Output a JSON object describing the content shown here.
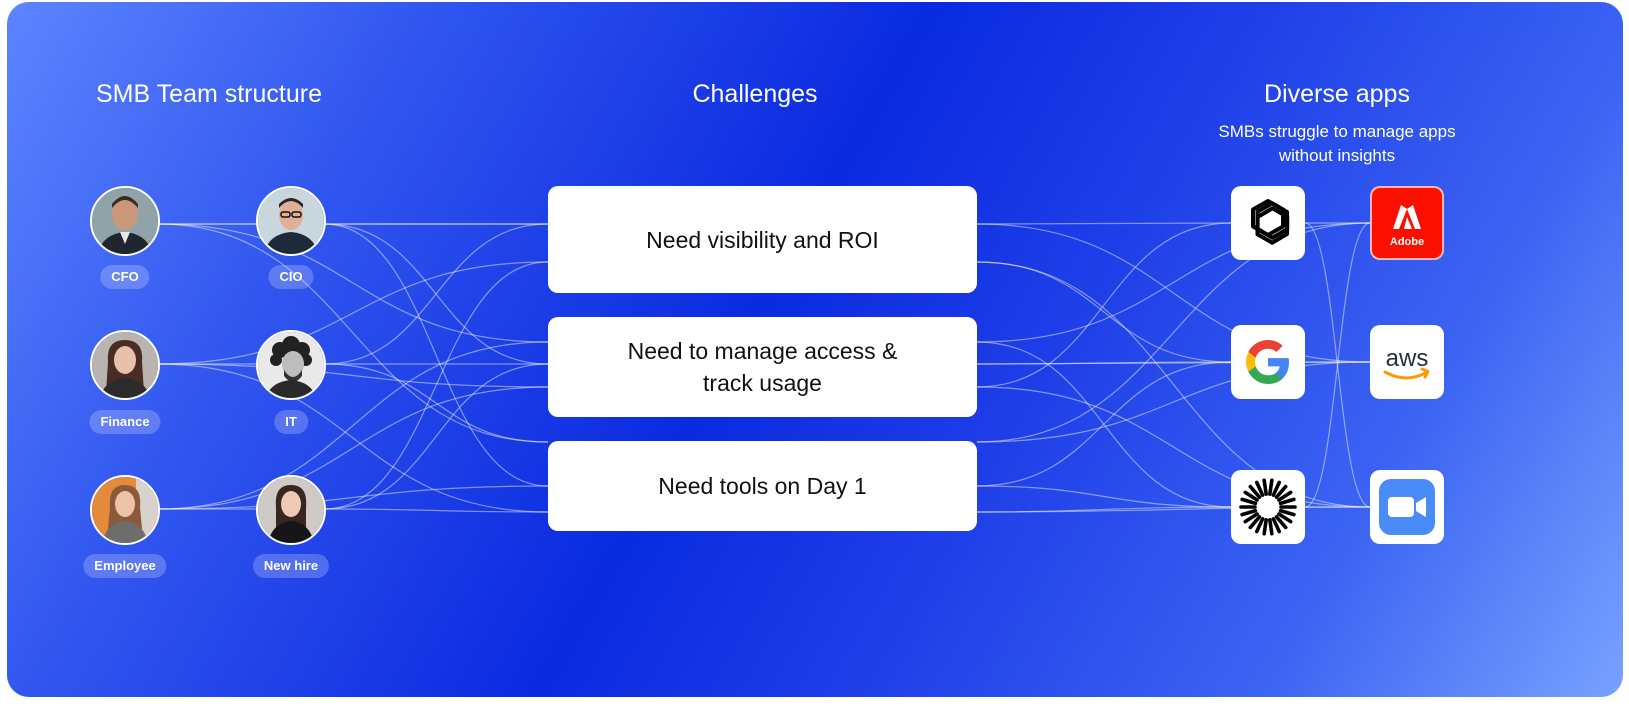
{
  "headings": {
    "team": "SMB Team structure",
    "challenges": "Challenges",
    "apps": "Diverse apps",
    "apps_sub": "SMBs struggle to manage apps without insights"
  },
  "people": [
    {
      "label": "CFO",
      "icon": "person-avatar",
      "bg": "#8fa3a8"
    },
    {
      "label": "CIO",
      "icon": "person-avatar",
      "bg": "#c9d6de"
    },
    {
      "label": "Finance",
      "icon": "person-avatar",
      "bg": "#b9b4b0"
    },
    {
      "label": "IT",
      "icon": "person-avatar",
      "bg": "#e9e9e9"
    },
    {
      "label": "Employee",
      "icon": "person-avatar",
      "bg": "#e58a3a"
    },
    {
      "label": "New hire",
      "icon": "person-avatar",
      "bg": "#cfcac6"
    }
  ],
  "challenges": [
    "Need visibility and ROI",
    "Need to manage access & track usage",
    "Need tools on Day 1"
  ],
  "apps": [
    {
      "name": "ChatGPT",
      "icon": "openai-icon"
    },
    {
      "name": "Adobe",
      "icon": "adobe-icon",
      "label": "Adobe",
      "color": "#fa0f00"
    },
    {
      "name": "Google",
      "icon": "google-icon"
    },
    {
      "name": "AWS",
      "icon": "aws-icon",
      "label": "aws",
      "color": "#ff9900"
    },
    {
      "name": "Anthropic",
      "icon": "burst-icon"
    },
    {
      "name": "Zoom",
      "icon": "zoom-icon",
      "color": "#2d8cff"
    }
  ],
  "colors": {
    "background_start": "#5c85ff",
    "background_mid": "#0a2ae0",
    "background_end": "#78a2ff",
    "connector": "rgba(255,255,255,0.45)"
  }
}
